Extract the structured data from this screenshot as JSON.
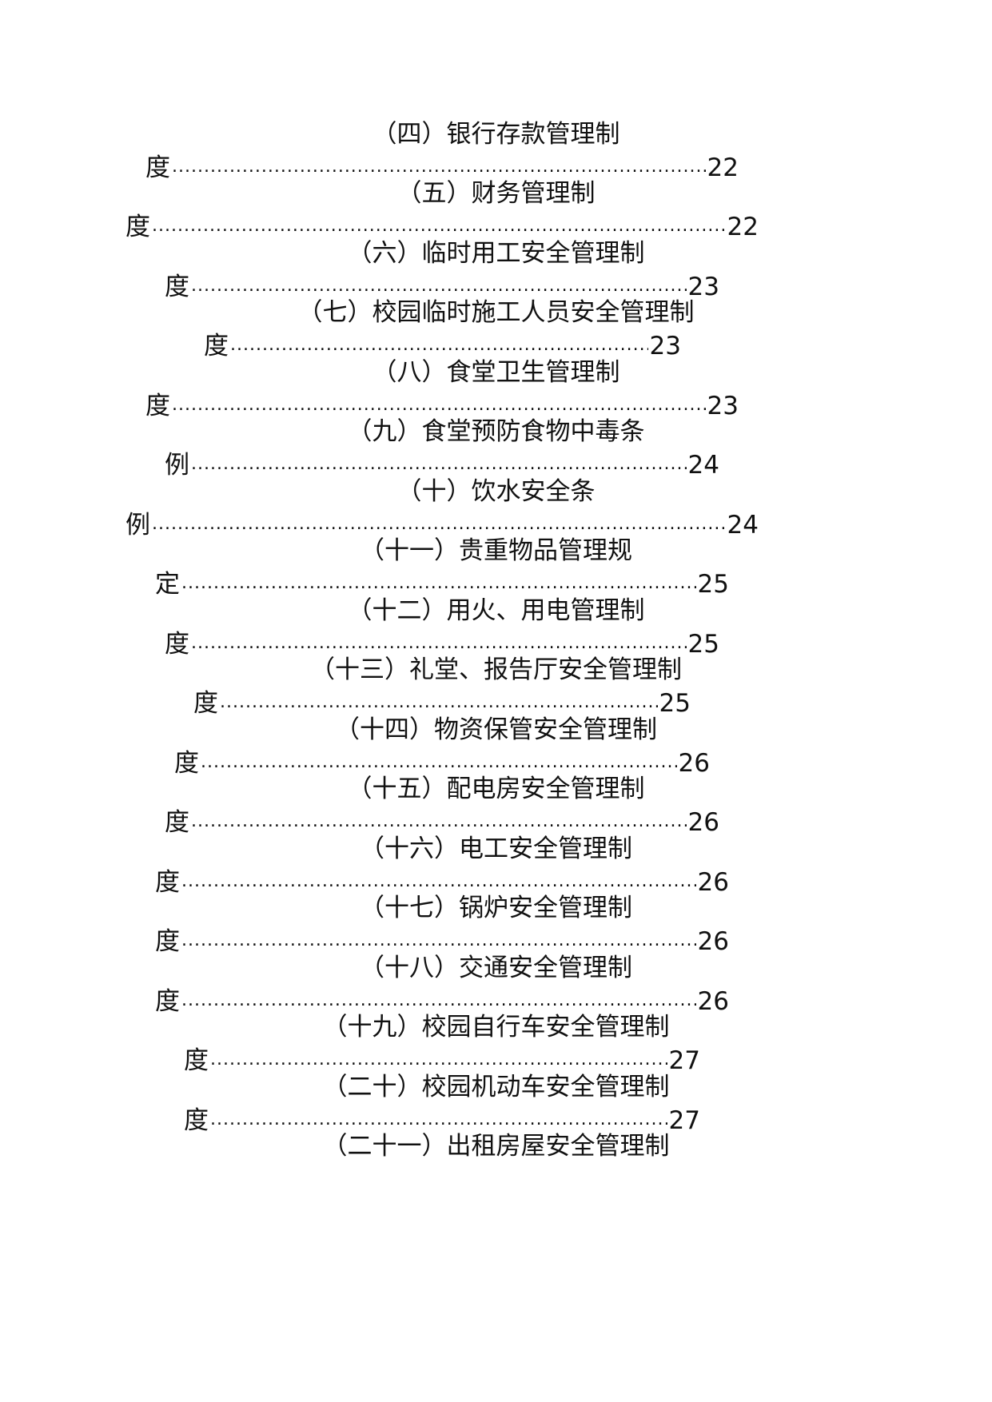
{
  "leader_dots": "............................................................................................................................................................................................",
  "entries": [
    {
      "title": "（四）银行存款管理制",
      "tail": "度",
      "page": "22"
    },
    {
      "title": "（五）财务管理制",
      "tail": "度",
      "page": "22"
    },
    {
      "title": "（六）临时用工安全管理制",
      "tail": "度",
      "page": "23"
    },
    {
      "title": "（七）校园临时施工人员安全管理制",
      "tail": "度",
      "page": "23"
    },
    {
      "title": "（八）食堂卫生管理制",
      "tail": "度",
      "page": "23"
    },
    {
      "title": "（九）食堂预防食物中毒条",
      "tail": "例",
      "page": "24"
    },
    {
      "title": "（十）饮水安全条",
      "tail": "例",
      "page": "24"
    },
    {
      "title": "（十一）贵重物品管理规",
      "tail": "定",
      "page": "25"
    },
    {
      "title": "（十二）用火、用电管理制",
      "tail": "度",
      "page": "25"
    },
    {
      "title": "（十三）礼堂、报告厅安全管理制",
      "tail": "度",
      "page": "25"
    },
    {
      "title": "（十四）物资保管安全管理制",
      "tail": "度",
      "page": "26"
    },
    {
      "title": "（十五）配电房安全管理制",
      "tail": "度",
      "page": "26"
    },
    {
      "title": "（十六）电工安全管理制",
      "tail": "度",
      "page": "26"
    },
    {
      "title": "（十七）锅炉安全管理制",
      "tail": "度",
      "page": "26"
    },
    {
      "title": "（十八）交通安全管理制",
      "tail": "度",
      "page": "26"
    },
    {
      "title": "（十九）校园自行车安全管理制",
      "tail": "度",
      "page": "27"
    },
    {
      "title": "（二十）校园机动车安全管理制",
      "tail": "度",
      "page": "27"
    },
    {
      "title": "（二十一）出租房屋安全管理制",
      "tail": "",
      "page": ""
    }
  ]
}
